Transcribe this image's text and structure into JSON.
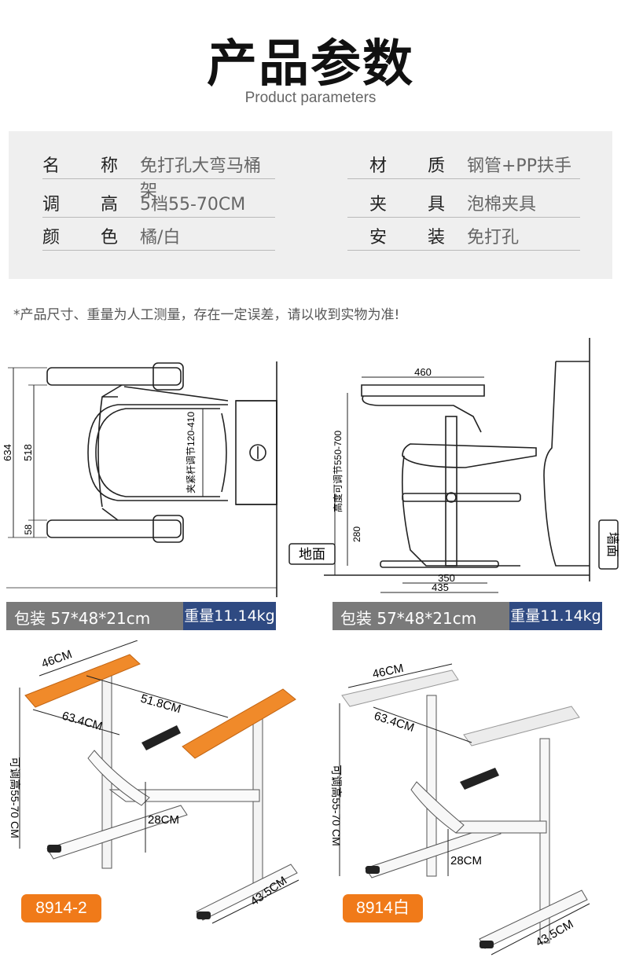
{
  "header": {
    "title": "产品参数",
    "subtitle": "Product parameters"
  },
  "specs": {
    "left": [
      {
        "k1": "名",
        "k2": "称",
        "value": "免打孔大弯马桶架"
      },
      {
        "k1": "调",
        "k2": "高",
        "value": "5档55-70CM"
      },
      {
        "k1": "颜",
        "k2": "色",
        "value": "橘/白"
      }
    ],
    "right": [
      {
        "k1": "材",
        "k2": "质",
        "value": "钢管+PP扶手"
      },
      {
        "k1": "夹",
        "k2": "具",
        "value": "泡棉夹具"
      },
      {
        "k1": "安",
        "k2": "装",
        "value": "免打孔"
      }
    ]
  },
  "note": "*产品尺寸、重量为人工测量，存在一定误差，请以收到实物为准!",
  "top_diagram": {
    "dim_634": "634",
    "dim_518": "518",
    "dim_58": "58",
    "clamp": "夹紧杆调节120-410"
  },
  "side_diagram": {
    "dim_460": "460",
    "height_adj": "高度可调节550-700",
    "dim_280": "280",
    "dim_350": "350",
    "dim_435": "435",
    "ground": "地面",
    "wall": "墙面"
  },
  "packages": [
    {
      "label": "包装 57*48*21cm",
      "weight": "重量11.14kg"
    },
    {
      "label": "包装 57*48*21cm",
      "weight": "重量11.14kg"
    }
  ],
  "products": [
    {
      "w": "46CM",
      "d1": "51.8CM",
      "d2": "63.4CM",
      "adj": "可调高55-70 CM",
      "h28": "28CM",
      "base": "43.5CM",
      "model": "8914-2",
      "color": "#f08a2a"
    },
    {
      "w": "46CM",
      "d2": "63.4CM",
      "adj": "可调高55-70 CM",
      "h28": "28CM",
      "base": "43.5CM",
      "model": "8914白",
      "color": "#ececec"
    }
  ],
  "colors": {
    "accent": "#f07a19",
    "weight_bg": "#2f4a82",
    "pkg_bg": "#7a7a7a"
  }
}
